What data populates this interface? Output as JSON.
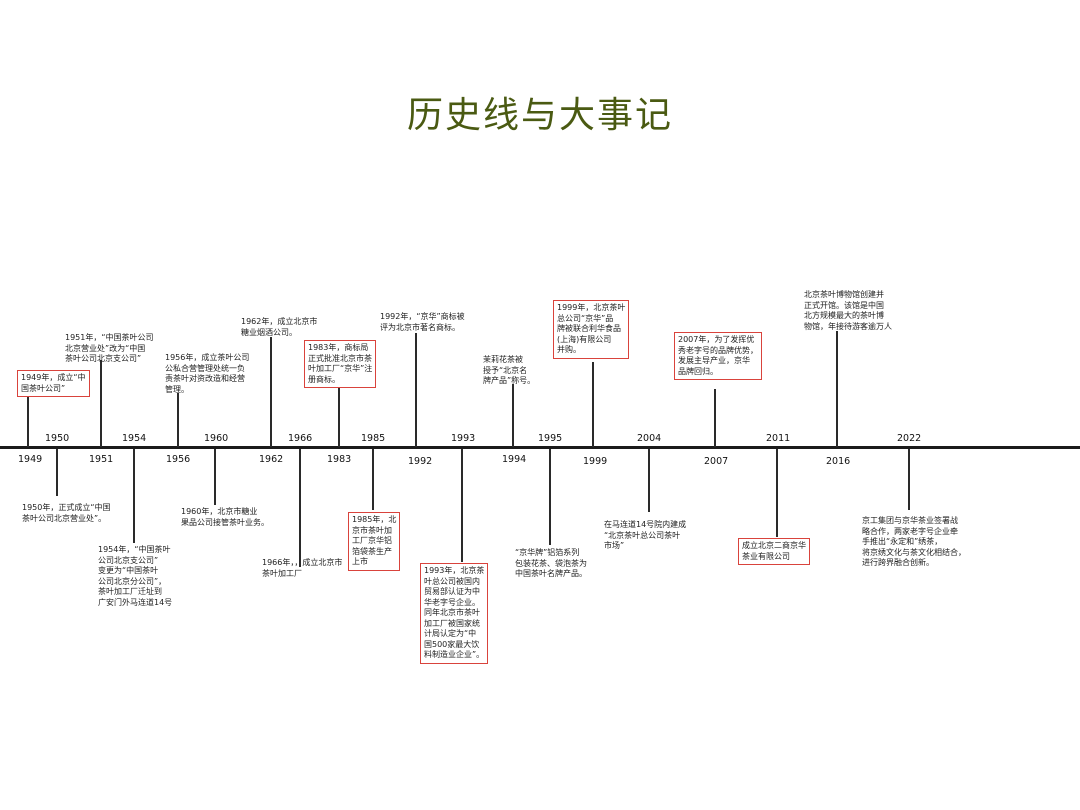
{
  "title": "历史线与大事记",
  "events": [
    {
      "year": "1949",
      "text": "1949年，成立“中\n国茶叶公司”"
    },
    {
      "year": "1950",
      "text": "1950年，正式成立“中国\n茶叶公司北京营业处”。"
    },
    {
      "year": "1951",
      "text": "1951年，“中国茶叶公司\n北京营业处”改为“中国\n茶叶公司北京支公司”"
    },
    {
      "year": "1954",
      "text": "1954年，“中国茶叶\n公司北京支公司”\n变更为“中国茶叶\n公司北京分公司”，\n茶叶加工厂迁址到\n广安门外马连道14号"
    },
    {
      "year": "1956",
      "text": "1956年，成立茶叶公司\n公私合营管理处统一负\n责茶叶对资改造和经营\n管理。"
    },
    {
      "year": "1960",
      "text": "1960年，北京市糖业\n果品公司接管茶叶业务。"
    },
    {
      "year": "1962",
      "text": "1962年，成立北京市\n糖业烟酒公司。"
    },
    {
      "year": "1966",
      "text": "1966年，，成立北京市\n茶叶加工厂"
    },
    {
      "year": "1983",
      "text": "1983年，商标局\n正式批准北京市茶\n叶加工厂“京华”注\n册商标。"
    },
    {
      "year": "1985",
      "text": "1985年，北\n京市茶叶加\n工厂京华铝\n箔袋茶生产\n上市"
    },
    {
      "year": "1992",
      "text": "1992年，“京华”商标被\n评为北京市著名商标。"
    },
    {
      "year": "1993",
      "text": "1993年，北京茶\n叶总公司被国内\n贸易部认证为中\n华老字号企业。\n同年北京市茶叶\n加工厂被国家统\n计局认定为“中\n国500家最大饮\n料制造业企业”。"
    },
    {
      "year": "1994",
      "text": "茉莉花茶被\n授予“北京名\n牌产品”称号。"
    },
    {
      "year": "1995",
      "text": "“京华牌”铝箔系列\n包装花茶、袋泡茶为\n中国茶叶名牌产品。"
    },
    {
      "year": "1999",
      "text": "1999年，北京茶叶\n总公司“京华”品\n牌被联合利华食品\n(上海)有限公司\n并购。"
    },
    {
      "year": "2004",
      "text": "在马连道14号院内建成\n“北京茶叶总公司茶叶\n市场”"
    },
    {
      "year": "2007",
      "text": "2007年，为了发挥优\n秀老字号的品牌优势，\n发展主导产业，京华\n品牌回归。"
    },
    {
      "year": "2011",
      "text": "成立北京二商京华\n茶业有限公司"
    },
    {
      "year": "2016",
      "text": "北京茶叶博物馆创建并\n正式开馆。该馆是中国\n北方规模最大的茶叶博\n物馆，年接待游客逾万人"
    },
    {
      "year": "2022",
      "text": "京工集团与京华茶业签署战\n略合作，两家老字号企业牵\n手推出“永定和”绣茶，\n将京绣文化与茶文化相结合，\n进行跨界融合创新。"
    }
  ],
  "highlight_color": "#d9433c",
  "title_color": "#4a5a12"
}
